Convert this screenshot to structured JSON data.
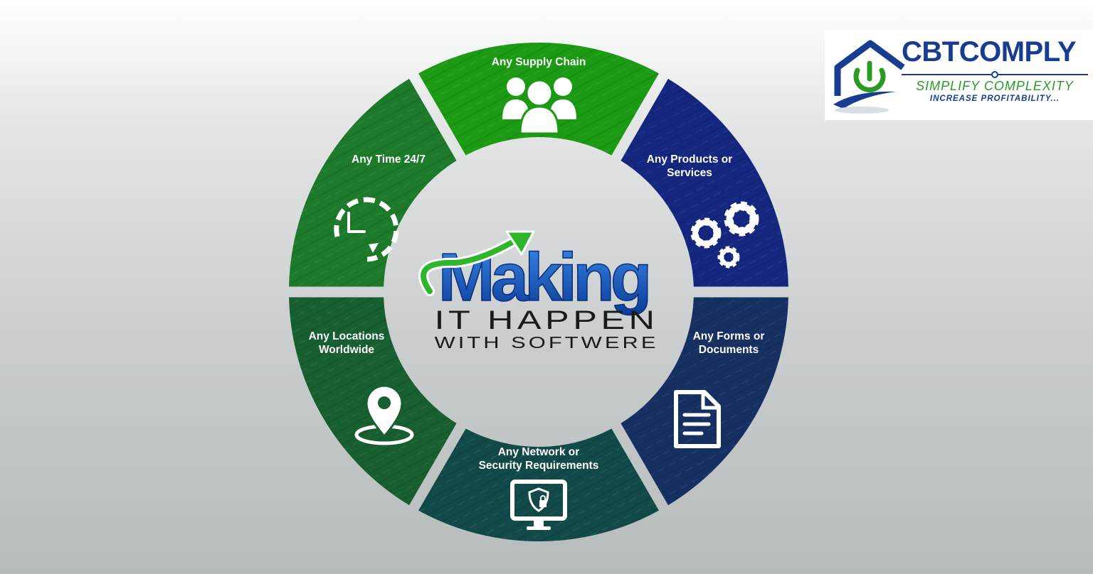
{
  "center": {
    "title": "Making",
    "line1": "IT HAPPEN",
    "line2": "WITH SOFTWERE"
  },
  "segments": [
    {
      "label": "Any Supply Chain",
      "icon": "people-group-icon",
      "color": "#1c9a14"
    },
    {
      "label": "Any Products or\nServices",
      "icon": "gears-icon",
      "color": "#14267e"
    },
    {
      "label": "Any Forms or\nDocuments",
      "icon": "document-icon",
      "color": "#163062"
    },
    {
      "label": "Any Network or\nSecurity Requirements",
      "icon": "secure-monitor-icon",
      "color": "#114a48"
    },
    {
      "label": "Any Locations\nWorldwide",
      "icon": "location-pin-icon",
      "color": "#175e30"
    },
    {
      "label": "Any Time 24/7",
      "icon": "clock-icon",
      "color": "#1c7a2a"
    }
  ],
  "logo": {
    "brand": "CBTCOMPLY",
    "tagline": "SIMPLIFY COMPLEXITY",
    "subtagline": "INCREASE PROFITABILITY...",
    "colors": {
      "blue": "#163d8f",
      "green": "#2a9a23"
    }
  },
  "colors": {
    "center_title_blue": "#1d60c8",
    "center_text_dark": "#1a1a1a",
    "arrow_green": "#2fb52a"
  }
}
